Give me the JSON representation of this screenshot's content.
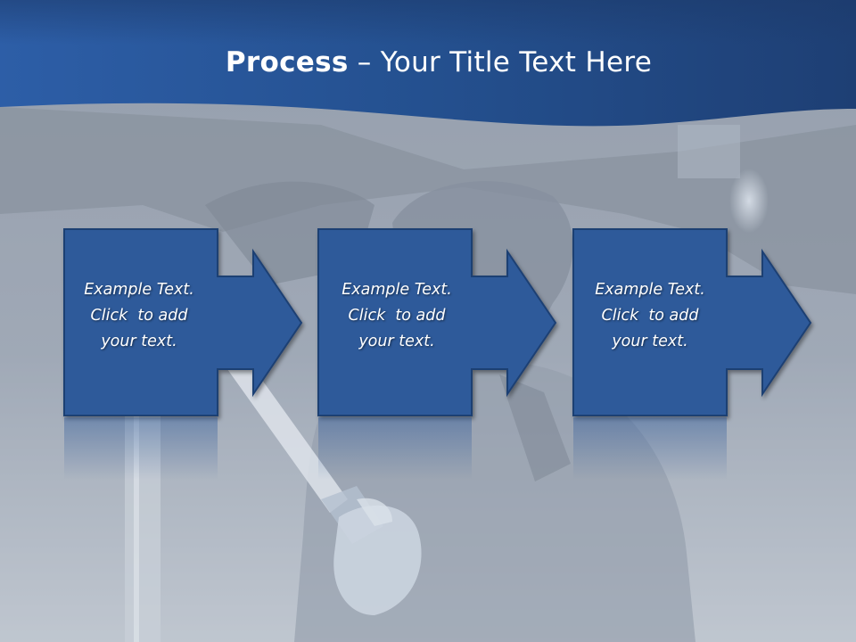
{
  "slide": {
    "title_bold": "Process",
    "title_rest": " – Your Title Text Here",
    "steps": [
      {
        "line1": "Example Text.",
        "line2": "Click  to add",
        "line3": "your text."
      },
      {
        "line1": "Example Text.",
        "line2": "Click  to add",
        "line3": "your text."
      },
      {
        "line1": "Example Text.",
        "line2": "Click  to add",
        "line3": "your text."
      }
    ]
  },
  "colors": {
    "header_blue": "#2a5aa0",
    "box_blue": "#2f5a9a",
    "box_border": "#1f3f73"
  }
}
